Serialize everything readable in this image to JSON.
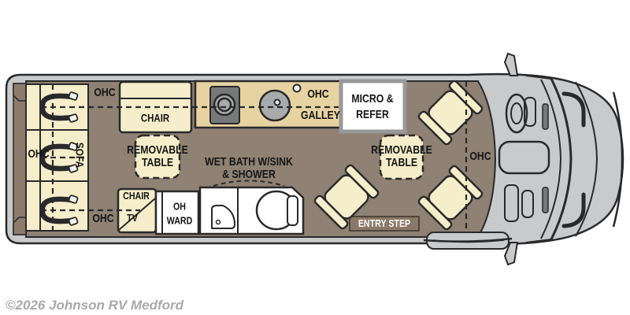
{
  "diagram": {
    "type": "rv-floorplan-top-view",
    "labels": {
      "ohc_top_left": "OHC",
      "ohc_left": "OHC",
      "sofa": "SOFA",
      "ohc_bottom_left": "OHC",
      "chair_top": "CHAIR",
      "removable_table_left_1": "REMOVABLE",
      "removable_table_left_2": "TABLE",
      "chair_bottom": "CHAIR",
      "tv": "TV",
      "oh_ward_1": "OH",
      "oh_ward_2": "WARD",
      "wet_bath_1": "WET BATH W/SINK",
      "wet_bath_2": "& SHOWER",
      "ohc_galley": "OHC",
      "galley": "GALLEY",
      "micro_refer_1": "MICRO &",
      "micro_refer_2": "REFER",
      "removable_table_right_1": "REMOVABLE",
      "removable_table_right_2": "TABLE",
      "entry_step": "ENTRY STEP",
      "ohc_right": "OHC"
    },
    "colors": {
      "floor": "#8f8173",
      "furniture": "#f6eeca",
      "counter": "#e7d3a1",
      "body_wall": "#c9cacc",
      "outline": "#29292b",
      "entry_step_bg": "#8a7968",
      "rear_strip": "#8d7c6c",
      "metal_gray": "#a9aaac",
      "stove_gray": "#77787a",
      "micro_frame": "#97989a",
      "white": "#ffffff",
      "label": "#151515",
      "watermark": "#a9a9a9"
    },
    "watermark": "©2026 Johnson RV Medford"
  }
}
